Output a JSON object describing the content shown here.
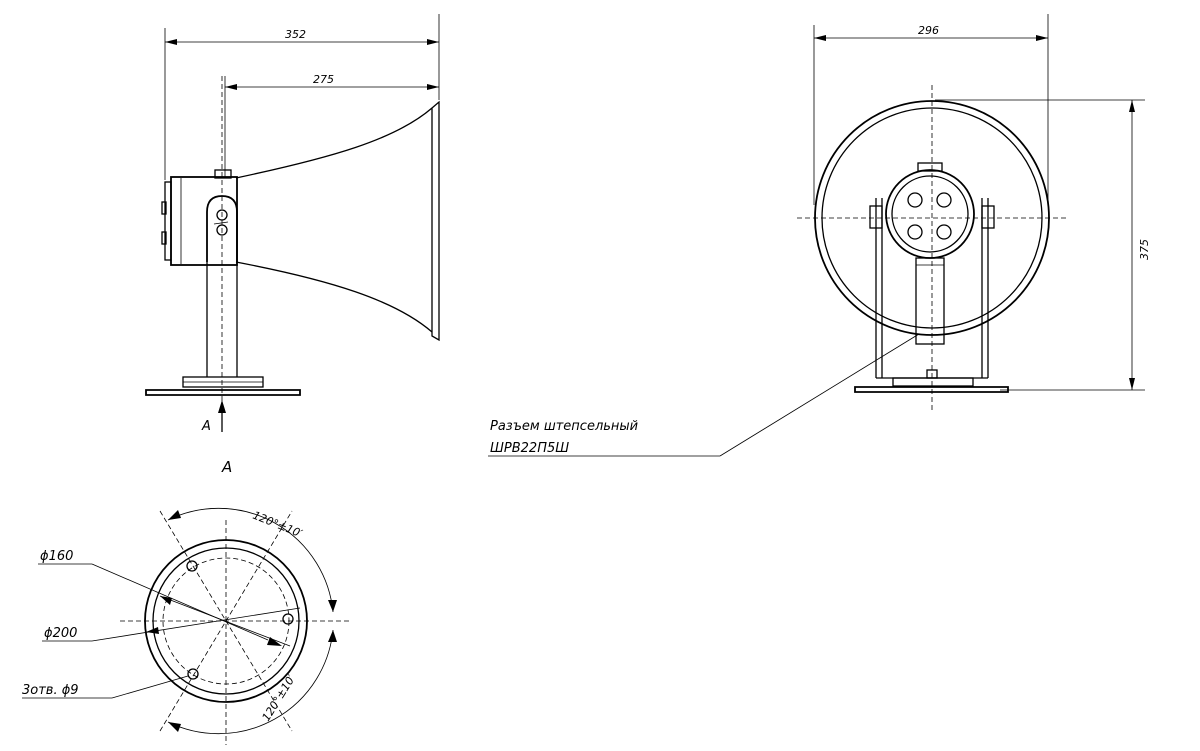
{
  "dimensions": {
    "side_overall_width": "352",
    "side_horn_length": "275",
    "front_diameter": "296",
    "front_height": "375"
  },
  "view_labels": {
    "view_arrow": "А",
    "view_title": "А"
  },
  "connector_label": {
    "line1": "Разъем штепсельный",
    "line2": "ШРВ22П5Ш"
  },
  "base_view": {
    "phi160": "ϕ160",
    "phi200": "ϕ200",
    "holes": "3отв. ϕ9",
    "angle_top": "120°±10′",
    "angle_bottom": "120°±10′"
  }
}
